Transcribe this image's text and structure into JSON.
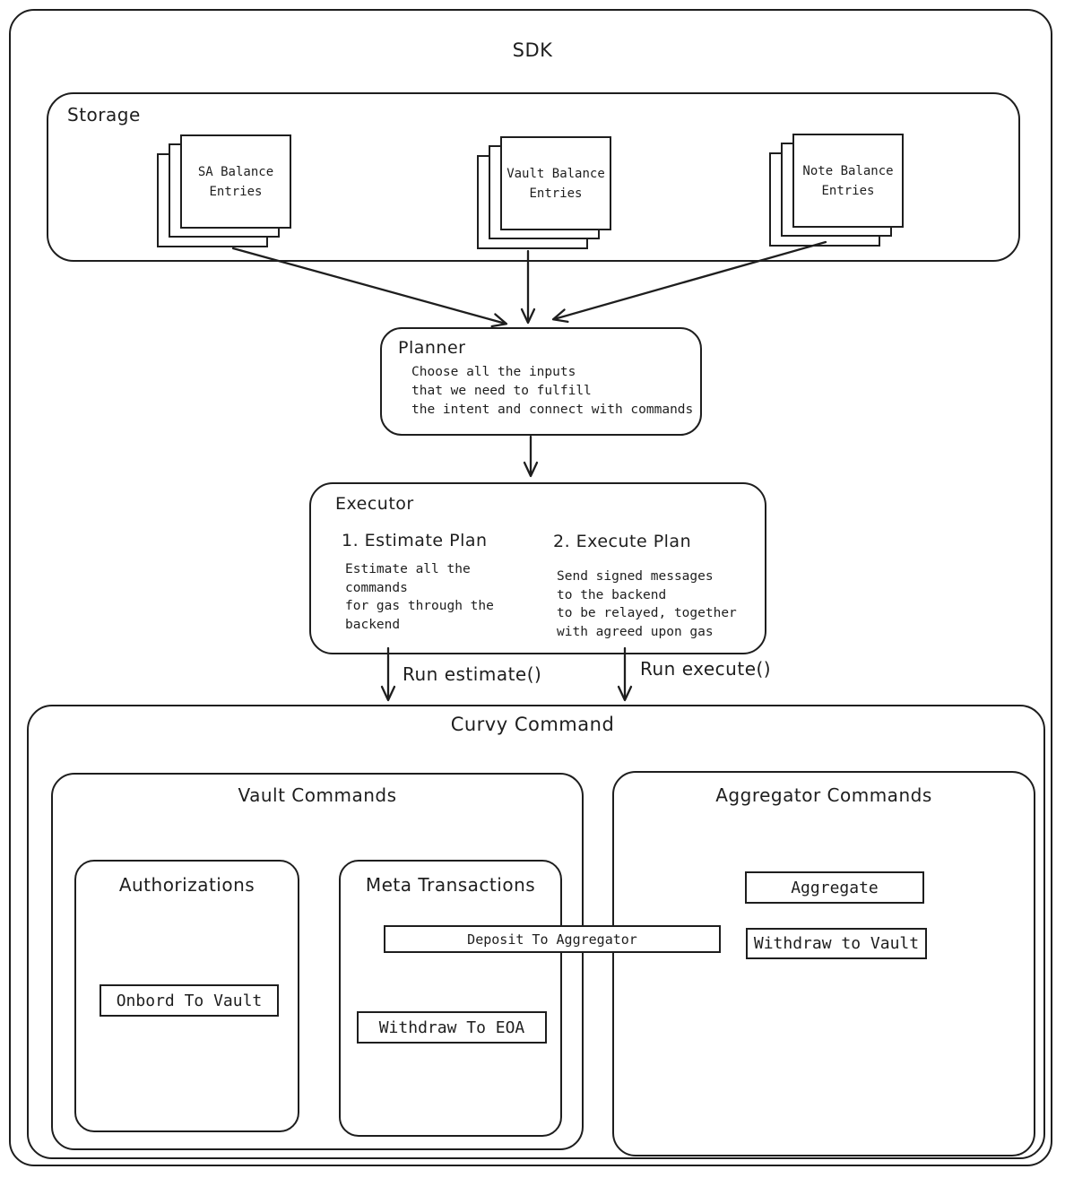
{
  "diagram": {
    "title": "SDK",
    "storage": {
      "title": "Storage",
      "stacks": [
        {
          "label": "SA Balance\nEntries"
        },
        {
          "label": "Vault\nBalance\nEntries"
        },
        {
          "label": "Note Balance\nEntries"
        }
      ]
    },
    "planner": {
      "title": "Planner",
      "description": "Choose all the inputs\nthat we need to fulfill\nthe intent and connect with commands"
    },
    "executor": {
      "title": "Executor",
      "steps": [
        {
          "heading": "1. Estimate Plan",
          "description": "Estimate all the\ncommands\nfor gas through the\nbackend"
        },
        {
          "heading": "2. Execute Plan",
          "description": "Send signed messages\nto the backend\nto be relayed, together\nwith agreed upon gas"
        }
      ]
    },
    "arrows": {
      "estimate_label": "Run estimate()",
      "execute_label": "Run execute()"
    },
    "curvy_command": {
      "title": "Curvy Command",
      "vault_commands": {
        "title": "Vault Commands",
        "authorizations": {
          "title": "Authorizations",
          "commands": [
            "Onbord To Vault"
          ]
        },
        "meta_transactions": {
          "title": "Meta Transactions",
          "commands": [
            "Deposit To Aggregator",
            "Withdraw To EOA"
          ]
        }
      },
      "aggregator_commands": {
        "title": "Aggregator Commands",
        "commands": [
          "Aggregate",
          "Withdraw to Vault"
        ]
      }
    },
    "colors": {
      "stroke": "#1e1e1e",
      "background": "#ffffff"
    }
  }
}
